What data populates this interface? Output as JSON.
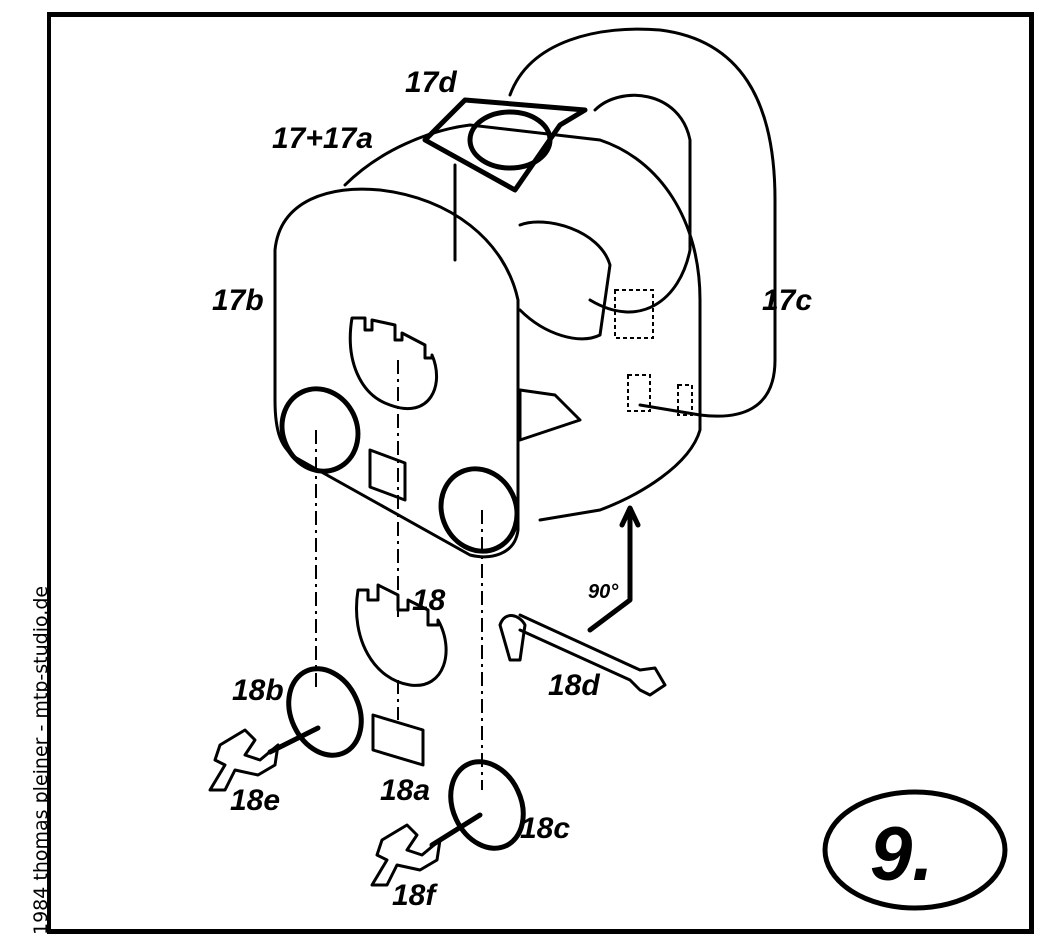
{
  "credit": "1984 thomas pleiner - mtp-studio.de",
  "step_number": "9.",
  "labels": {
    "p17d": "17d",
    "p17_17a": "17+17a",
    "p17b": "17b",
    "p17c": "17c",
    "p18": "18",
    "angle": "90°",
    "p18d": "18d",
    "p18b": "18b",
    "p18e": "18e",
    "p18a": "18a",
    "p18c": "18c",
    "p18f": "18f"
  }
}
